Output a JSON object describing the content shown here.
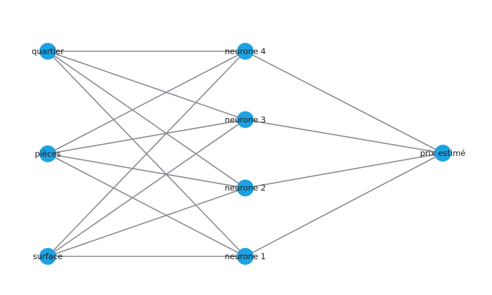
{
  "colors": {
    "node": "#1ea2e2",
    "edge": "#858a90",
    "label": "#1a1a1a"
  },
  "layers": [
    {
      "nodes": [
        "quartier",
        "pièces",
        "surface"
      ]
    },
    {
      "nodes": [
        "neurone 4",
        "neurone 3",
        "neurone 2",
        "neurone 1"
      ]
    },
    {
      "nodes": [
        "prix estimé"
      ]
    }
  ]
}
